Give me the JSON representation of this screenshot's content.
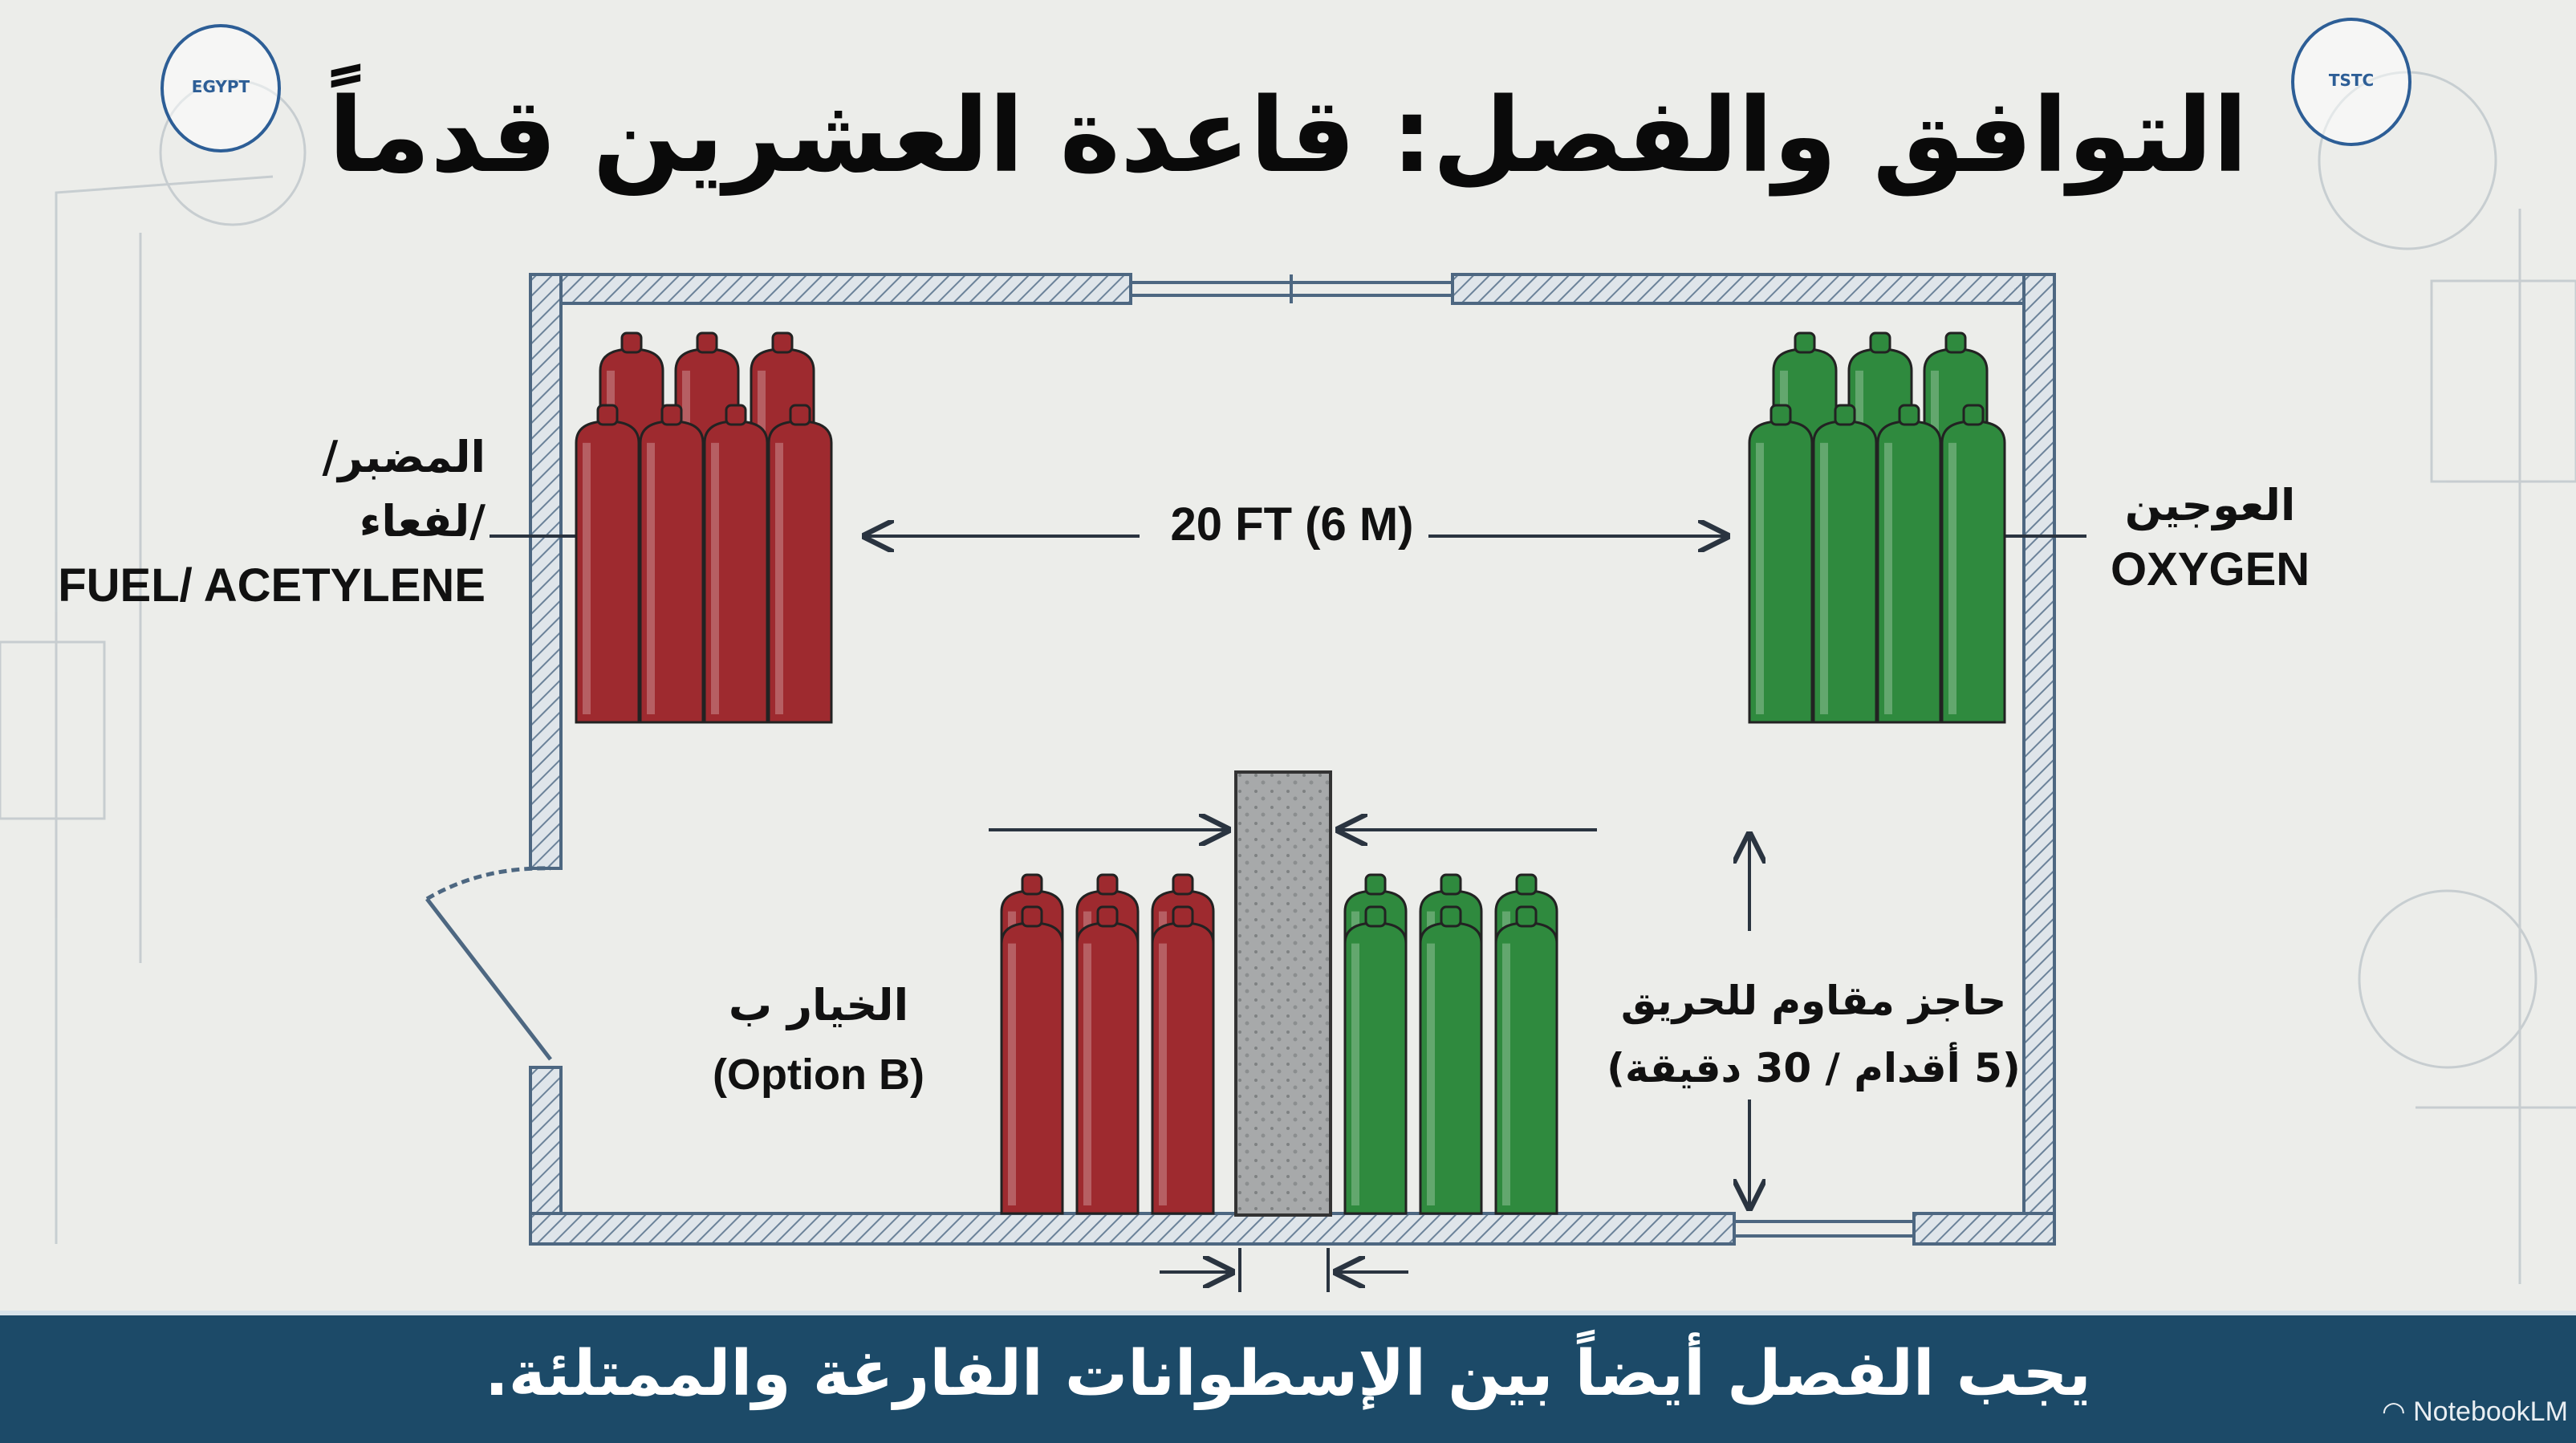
{
  "title": "التوافق والفصل: قاعدة العشرين قدماً",
  "logos": {
    "text": "EGYPT",
    "sub": "TSTC"
  },
  "fuel_label": {
    "line1": "المضبر/",
    "line2": "/لفعاء",
    "line3": "FUEL/ ACETYLENE"
  },
  "oxygen_label": {
    "line1": "العوجين",
    "line2": "OXYGEN"
  },
  "distance_label": "20 FT (6 M)",
  "option_b": {
    "line1": "الخيار ب",
    "line2": "(Option B)"
  },
  "barrier_label": {
    "line1": "حاجز مقاوم للحريق",
    "line2": "(5 أقدام / 30 دقيقة)"
  },
  "footer": {
    "caption": "يجب الفصل أيضاً بين الإسطوانات الفارغة والممتلئة.",
    "brand": "NotebookLM"
  },
  "colors": {
    "fuel": "#9e2a2f",
    "oxygen": "#2f8a3e",
    "banner": "#1c4a68",
    "wall": "#5b7892"
  }
}
